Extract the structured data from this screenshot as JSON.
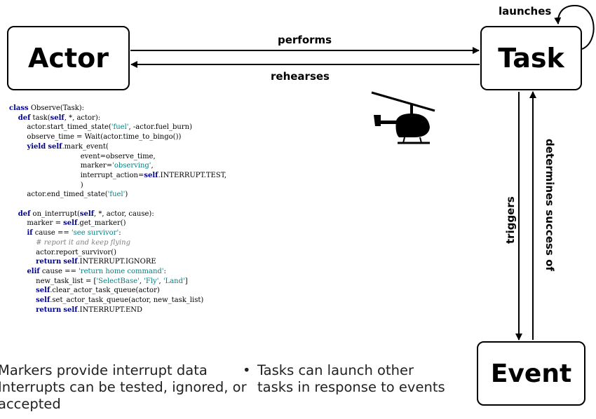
{
  "nodes": {
    "actor": "Actor",
    "task": "Task",
    "event": "Event"
  },
  "edges": {
    "performs": "performs",
    "rehearses": "rehearses",
    "launches": "launches",
    "triggers": "triggers",
    "determines": "determines success of"
  },
  "code": {
    "lines": [
      "class Observe(Task):",
      "    def task(self, *, actor):",
      "        actor.start_timed_state('fuel', -actor.fuel_burn)",
      "        observe_time = Wait(actor.time_to_bingo())",
      "        yield self.mark_event(",
      "                                event=observe_time,",
      "                                marker='observing',",
      "                                interrupt_action=self.INTERRUPT.TEST,",
      "                                )",
      "        actor.end_timed_state('fuel')",
      "",
      "    def on_interrupt(self, *, actor, cause):",
      "        marker = self.get_marker()",
      "        if cause == 'see survivor':",
      "            # report it and keep flying",
      "            actor.report_survivor()",
      "            return self.INTERRUPT.IGNORE",
      "        elif cause == 'return home command':",
      "            new_task_list = ['SelectBase', 'Fly', 'Land']",
      "            self.clear_actor_task_queue(actor)",
      "            self.set_actor_task_queue(actor, new_task_list)",
      "            return self.INTERRUPT.END"
    ]
  },
  "bullets_left": [
    "Markers provide interrupt data",
    "Interrupts can be tested, ignored, or accepted"
  ],
  "bullets_right": [
    "Tasks can launch other tasks in response to events"
  ],
  "bullet_glyph": "•",
  "icons": {
    "helicopter": "helicopter-icon"
  },
  "colors": {
    "keyword": "#00008b",
    "string": "#008080",
    "comment": "#808080"
  }
}
